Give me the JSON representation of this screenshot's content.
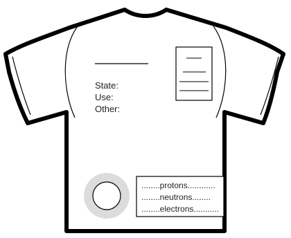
{
  "shirt": {
    "fields": {
      "state_label": "State:",
      "use_label": "Use:",
      "other_label": "Other:"
    },
    "particle_box": {
      "protons_line": "........protons............",
      "neutrons_line": "........neutrons........",
      "electrons_line": "........electrons..........."
    }
  }
}
